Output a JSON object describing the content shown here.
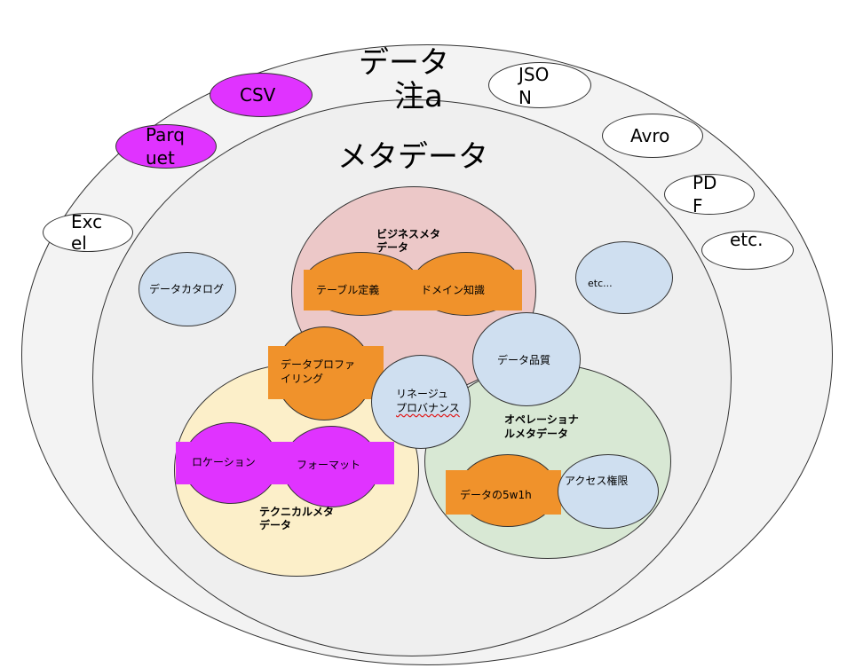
{
  "title": {
    "line1": "データ",
    "line2": "注a"
  },
  "metadata_title": "メタデータ",
  "formats": {
    "csv": "CSV",
    "parquet": [
      "Parq",
      "uet"
    ],
    "excel": [
      "Exc",
      "el"
    ],
    "json": [
      "JSO",
      "N"
    ],
    "avro": "Avro",
    "pdf": [
      "PD",
      "F"
    ],
    "etc": "etc."
  },
  "business": {
    "label": [
      "ビジネスメタ",
      "データ"
    ],
    "table_def": "テーブル定義",
    "domain_knowledge": "ドメイン知識"
  },
  "technical": {
    "label": [
      "テクニカルメタ",
      "データ"
    ],
    "location": "ロケーション",
    "format": "フォーマット"
  },
  "operational": {
    "label": [
      "オペレーショナ",
      "ルメタデータ"
    ],
    "data_5w1h": "データの5w1h",
    "access": "アクセス権限"
  },
  "data_catalog": "データカタログ",
  "etc_inner": "etc...",
  "data_quality": "データ品質",
  "data_profiling": [
    "データプロファ",
    "イリング"
  ],
  "lineage": [
    "リネージュ",
    "プロバナンス"
  ]
}
